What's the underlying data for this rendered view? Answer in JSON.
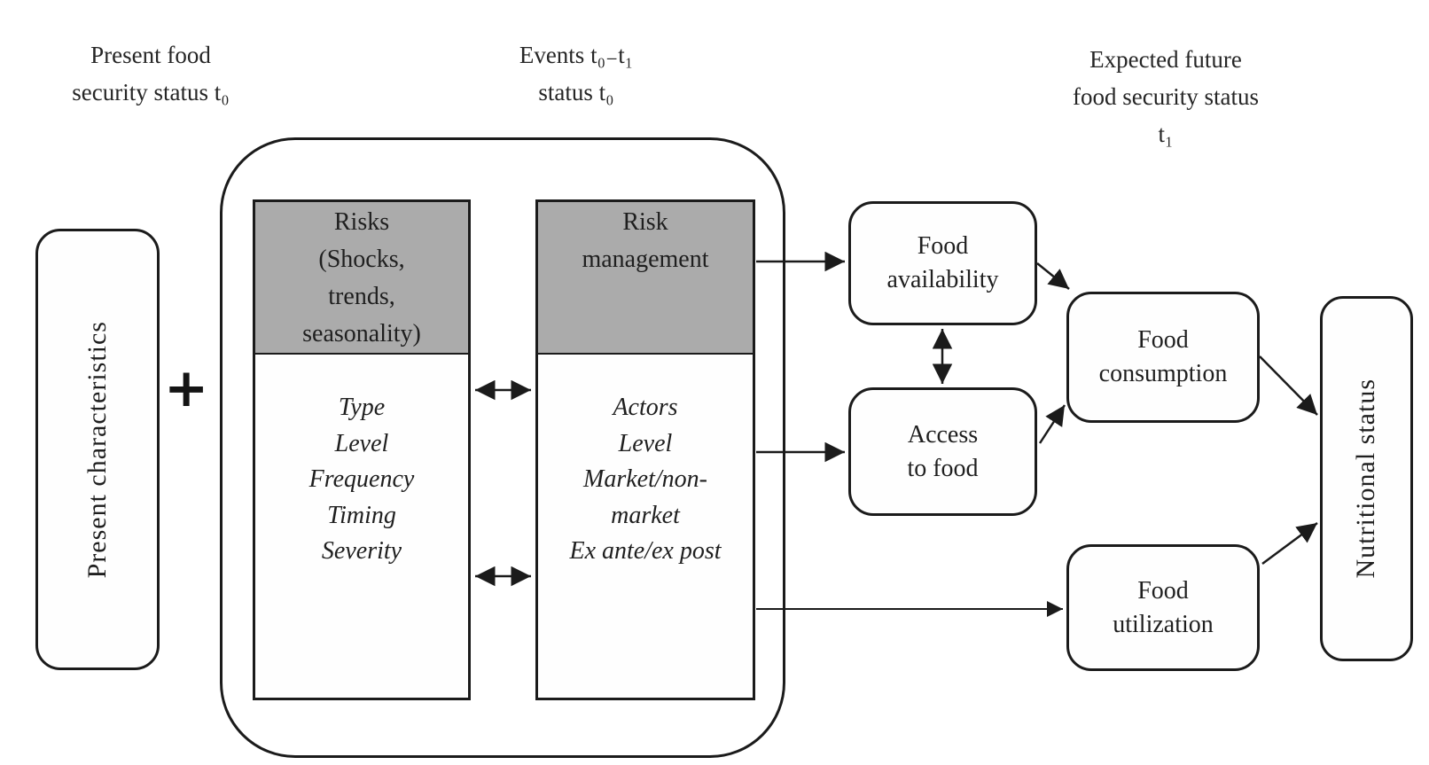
{
  "column_headers": {
    "present": "Present food\nsecurity status t₀",
    "events": "Events t₀₋t₁\nstatus t₀",
    "expected": "Expected future\nfood security status\nt₁"
  },
  "operator_plus": "+",
  "boxes": {
    "present_characteristics": {
      "label": "Present characteristics"
    },
    "risks": {
      "header": "Risks\n(Shocks,\ntrends,\nseasonality)",
      "attributes": [
        "Type",
        "Level",
        "Frequency",
        "Timing",
        "Severity"
      ]
    },
    "risk_management": {
      "header": "Risk\nmanagement",
      "attributes": [
        "Actors",
        "Level",
        "Market/non-\nmarket",
        "Ex ante/ex post"
      ]
    },
    "food_availability": {
      "label": "Food\navailability"
    },
    "access_to_food": {
      "label": "Access\nto food"
    },
    "food_consumption": {
      "label": "Food\nconsumption"
    },
    "food_utilization": {
      "label": "Food\nutilization"
    },
    "nutritional_status": {
      "label": "Nutritional status"
    }
  },
  "colors": {
    "box_header_gray": "#ababab",
    "line_black": "#1b1b1b",
    "background": "#ffffff"
  }
}
